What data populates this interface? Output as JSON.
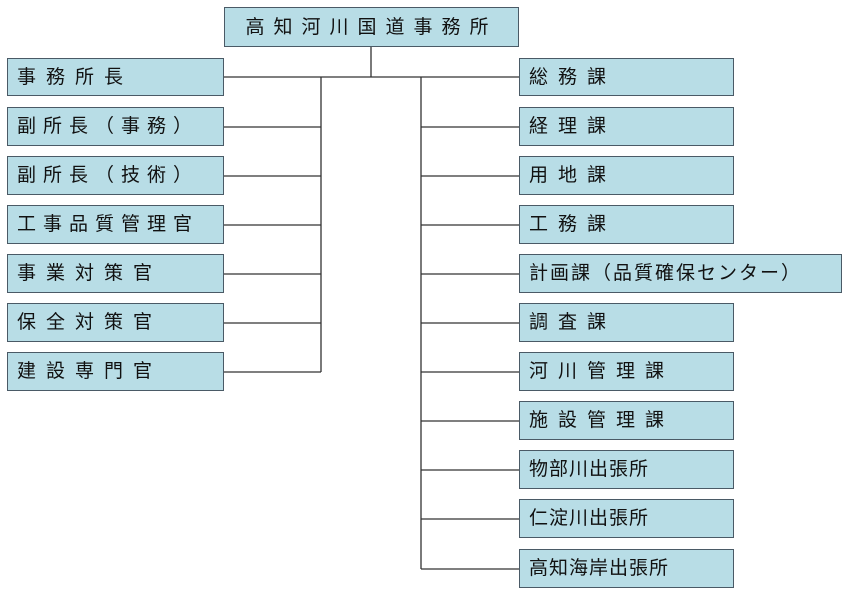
{
  "root": {
    "label": "高知河川国道事務所"
  },
  "left": [
    {
      "label": "事務所長"
    },
    {
      "label": "副所長（事務）"
    },
    {
      "label": "副所長（技術）"
    },
    {
      "label": "工事品質管理官"
    },
    {
      "label": "事業対策官"
    },
    {
      "label": "保全対策官"
    },
    {
      "label": "建設専門官"
    }
  ],
  "right": [
    {
      "label": "総務課"
    },
    {
      "label": "経理課"
    },
    {
      "label": "用地課"
    },
    {
      "label": "工務課"
    },
    {
      "label": "計画課（品質確保センター）"
    },
    {
      "label": "調査課"
    },
    {
      "label": "河川管理課"
    },
    {
      "label": "施設管理課"
    },
    {
      "label": "物部川出張所"
    },
    {
      "label": "仁淀川出張所"
    },
    {
      "label": "高知海岸出張所"
    }
  ]
}
